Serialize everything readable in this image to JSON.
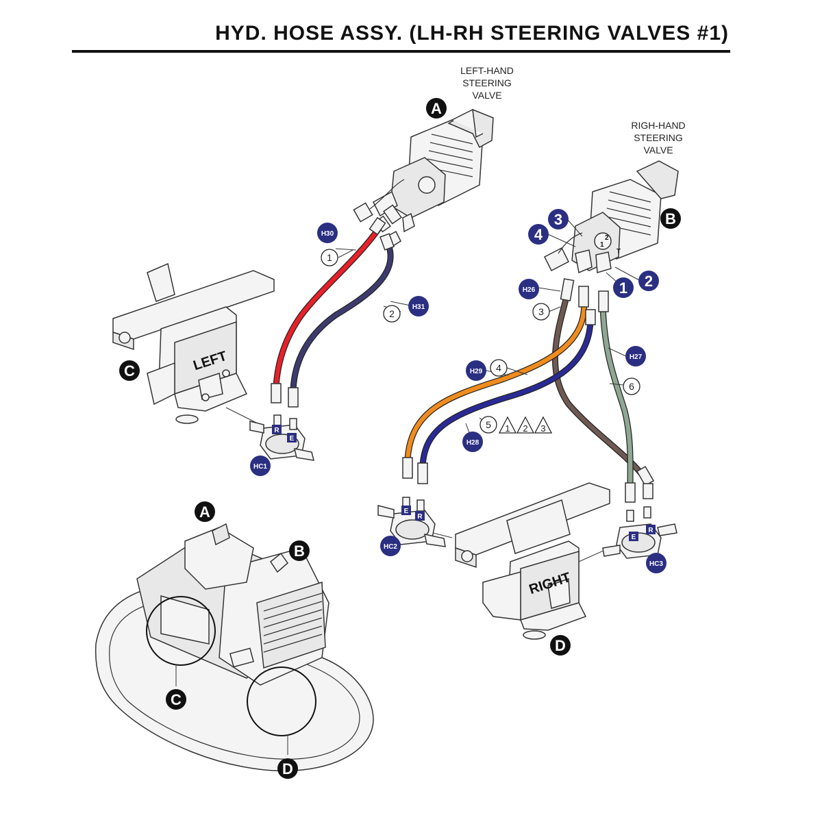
{
  "title": "HYD. HOSE ASSY. (LH-RH STEERING VALVES #1)",
  "valve_labels": {
    "left": [
      "LEFT-HAND",
      "STEERING",
      "VALVE"
    ],
    "right": [
      "RIGH-HAND",
      "STEERING",
      "VALVE"
    ]
  },
  "assembly_labels": {
    "left": "LEFT",
    "right": "RIGHT"
  },
  "black_markers": [
    "A",
    "B",
    "C",
    "D"
  ],
  "hose_codes": [
    "H30",
    "H31",
    "H26",
    "H27",
    "H29",
    "H28"
  ],
  "cylinder_codes": [
    "HC1",
    "HC2",
    "HC3"
  ],
  "port_letters": {
    "return": "R",
    "extend": "E"
  },
  "item_numbers": [
    "1",
    "2",
    "3",
    "4",
    "5",
    "6"
  ],
  "port_numbers": [
    "1",
    "2",
    "3",
    "4"
  ],
  "valve_port_marks": [
    "1",
    "2",
    "T"
  ],
  "warning_notes": [
    "1",
    "2",
    "3"
  ],
  "colors": {
    "hose_h30": "#e8202a",
    "hose_h31": "#3d3b6e",
    "hose_h26": "#6e5a52",
    "hose_h27": "#8fa793",
    "hose_h29": "#f08c1e",
    "hose_h28": "#2a2a96",
    "badge_navy": "#2b2f82",
    "marker_black": "#111111"
  }
}
